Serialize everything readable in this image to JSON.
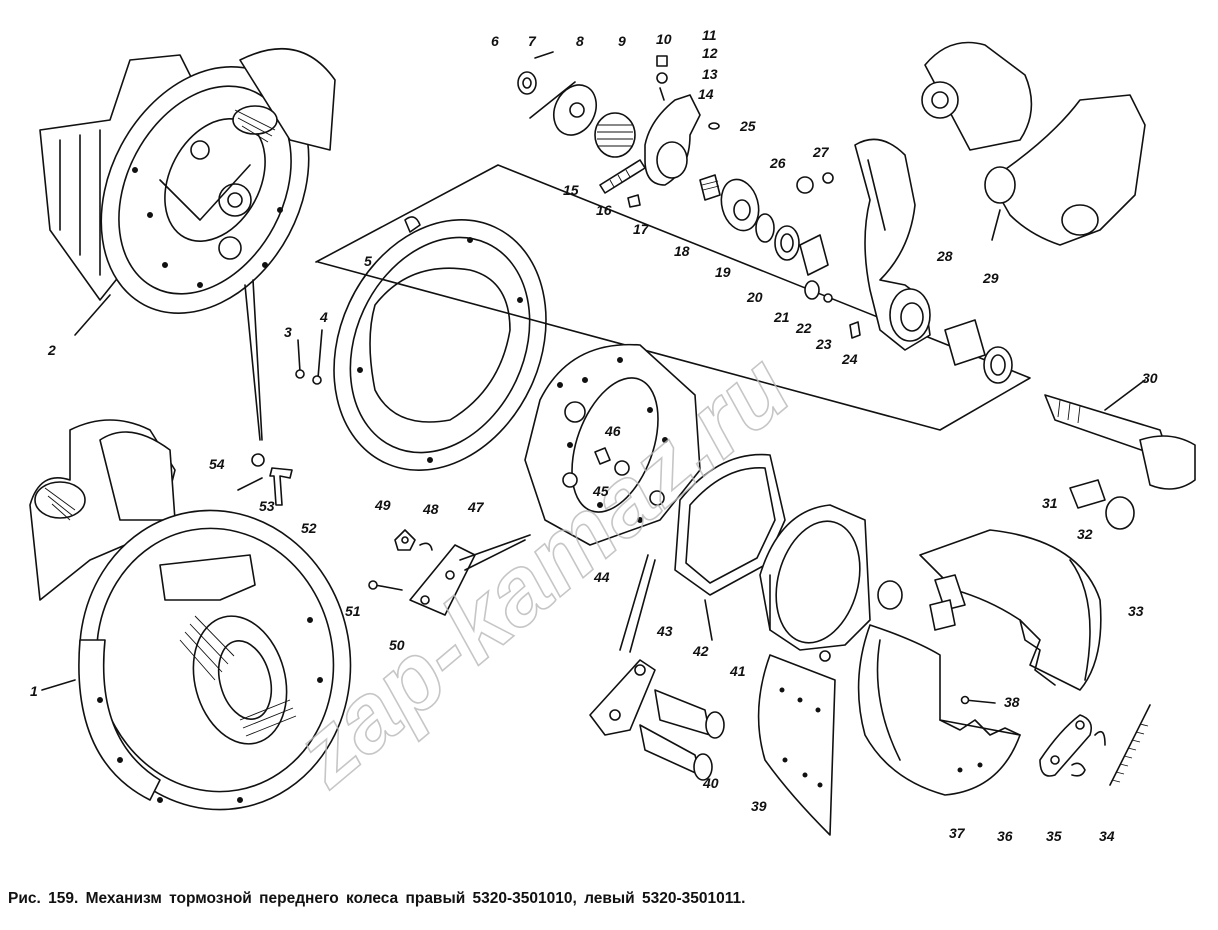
{
  "caption": "Рис. 159. Механизм тормозной переднего колеса правый 5320-3501010, левый 5320-3501011.",
  "watermark": "zap-kamaz.ru",
  "callouts": {
    "n1": "1",
    "n2": "2",
    "n3": "3",
    "n4": "4",
    "n5": "5",
    "n6": "6",
    "n7": "7",
    "n8": "8",
    "n9": "9",
    "n10": "10",
    "n11": "11",
    "n12": "12",
    "n13": "13",
    "n14": "14",
    "n15": "15",
    "n16": "16",
    "n17": "17",
    "n18": "18",
    "n19": "19",
    "n20": "20",
    "n21": "21",
    "n22": "22",
    "n23": "23",
    "n24": "24",
    "n25": "25",
    "n26": "26",
    "n27": "27",
    "n28": "28",
    "n29": "29",
    "n30": "30",
    "n31": "31",
    "n32": "32",
    "n33": "33",
    "n34": "34",
    "n35": "35",
    "n36": "36",
    "n37": "37",
    "n38": "38",
    "n39": "39",
    "n40": "40",
    "n41": "41",
    "n42": "42",
    "n43": "43",
    "n44": "44",
    "n45": "45",
    "n46": "46",
    "n47": "47",
    "n48": "48",
    "n49": "49",
    "n50": "50",
    "n51": "51",
    "n52": "52",
    "n53": "53",
    "n54": "54"
  }
}
